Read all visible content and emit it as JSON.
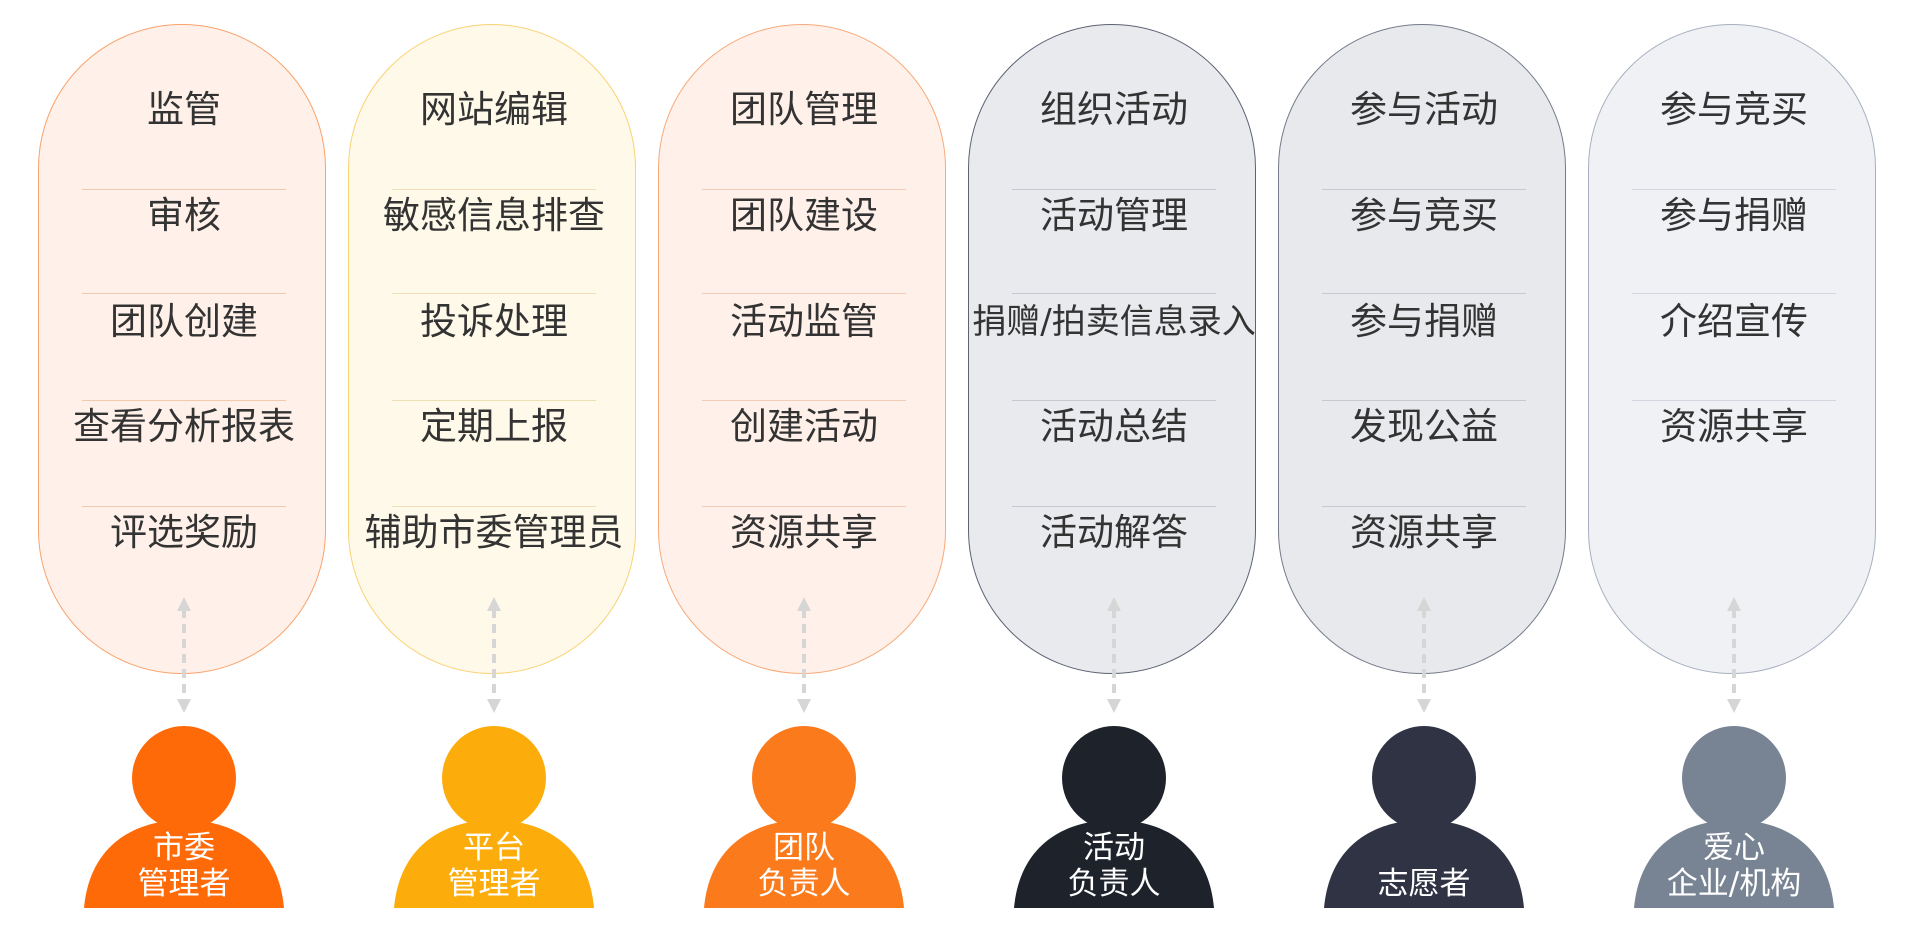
{
  "columns": [
    {
      "id": "city-admin",
      "role": [
        "市委",
        "管理者"
      ],
      "items": [
        "监管",
        "审核",
        "团队创建",
        "查看分析报表",
        "评选奖励"
      ],
      "pill_fill": "#fff1e9",
      "pill_border": "#f8a26b",
      "divider": "#f3c9ad",
      "person_color": "#ff6a08"
    },
    {
      "id": "platform-admin",
      "role": [
        "平台",
        "管理者"
      ],
      "items": [
        "网站编辑",
        "敏感信息排查",
        "投诉处理",
        "定期上报",
        "辅助市委管理员"
      ],
      "pill_fill": "#fff9ea",
      "pill_border": "#f9d274",
      "divider": "#f0dfb4",
      "person_color": "#fcad0b"
    },
    {
      "id": "team-lead",
      "role": [
        "团队",
        "负责人"
      ],
      "items": [
        "团队管理",
        "团队建设",
        "活动监管",
        "创建活动",
        "资源共享"
      ],
      "pill_fill": "#fff1ea",
      "pill_border": "#f7a979",
      "divider": "#f3cdb7",
      "person_color": "#fb7a1c"
    },
    {
      "id": "activity-lead",
      "role": [
        "活动",
        "负责人"
      ],
      "items": [
        "组织活动",
        "活动管理",
        "捐赠/拍卖信息录入",
        "活动总结",
        "活动解答"
      ],
      "pill_fill": "#e9eaed",
      "pill_border": "#5c6273",
      "divider": "#c6c8cf",
      "person_color": "#1e222b"
    },
    {
      "id": "volunteer",
      "role": [
        "志愿者"
      ],
      "items": [
        "参与活动",
        "参与竞买",
        "参与捐赠",
        "发现公益",
        "资源共享"
      ],
      "pill_fill": "#e8e9ec",
      "pill_border": "#747a8a",
      "divider": "#c6c9d0",
      "person_color": "#2f3344"
    },
    {
      "id": "charity-org",
      "role": [
        "爱心",
        "企业/机构"
      ],
      "items": [
        "参与竞买",
        "参与捐赠",
        "介绍宣传",
        "资源共享"
      ],
      "pill_fill": "#eff1f4",
      "pill_border": "#a8b0bf",
      "divider": "#d2d6de",
      "person_color": "#788494"
    }
  ],
  "arrow_color": "#d6d6d6"
}
